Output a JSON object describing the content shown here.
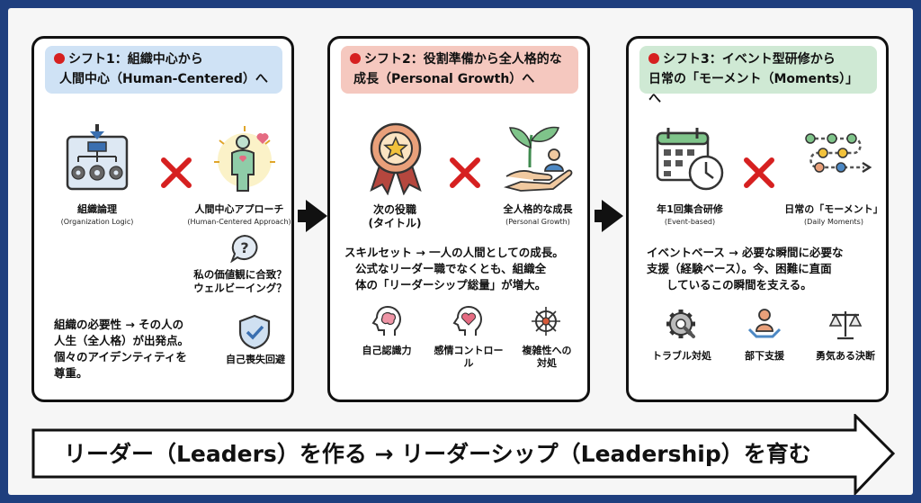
{
  "shift1": {
    "title_line1": "シフト1：組織中心から",
    "title_line2": "人間中心（Human-Centered）へ",
    "left_label": "組織論理",
    "left_sub": "(Organization Logic)",
    "right_label": "人間中心アプローチ",
    "right_sub": "(Human-Centered Approach)",
    "question_line1": "私の価値観に合致？",
    "question_line2": "ウェルビーイング？",
    "body_lines": [
      "組織の必要性 → その人の",
      "人生（全人格）が出発点。",
      "個々のアイデンティティを",
      "尊重。"
    ],
    "shield_label": "自己喪失回避"
  },
  "shift2": {
    "title_line1": "シフト2：役割準備から全人格的な",
    "title_line2": "成長（Personal Growth）へ",
    "left_label_line1": "次の役職",
    "left_label_line2": "(タイトル)",
    "right_label": "全人格的な成長",
    "right_sub": "(Personal Growth)",
    "body_lines": [
      "スキルセット → 一人の人間としての成長。",
      "公式なリーダー職でなくとも、組織全",
      "体の「リーダーシップ総量」が増大。"
    ],
    "skills": [
      {
        "line1": "自己認識力",
        "line2": ""
      },
      {
        "line1": "感情コントロー",
        "line2": "ル"
      },
      {
        "line1": "複雑性への",
        "line2": "対処"
      }
    ]
  },
  "shift3": {
    "title_line1": "シフト3：イベント型研修から",
    "title_line2": "日常の「モーメント（Moments）」へ",
    "left_label": "年1回集合研修",
    "left_sub": "(Event-based)",
    "right_label": "日常の「モーメント」",
    "right_sub": "(Daily Moments)",
    "body_lines": [
      "イベントベース → 必要な瞬間に必要な",
      "支援（経験ベース）。今、困難に直面",
      "しているこの瞬間を支える。"
    ],
    "skills": [
      "トラブル対処",
      "部下支援",
      "勇気ある決断"
    ]
  },
  "banner": {
    "text": "リーダー（Leaders）を作る → リーダーシップ（Leadership）を育む"
  },
  "colors": {
    "header1": "#cfe2f5",
    "header2": "#f5c8bf",
    "header3": "#cfe9d4",
    "accent_red": "#d62020",
    "frame_blue": "#1f3f7e"
  }
}
